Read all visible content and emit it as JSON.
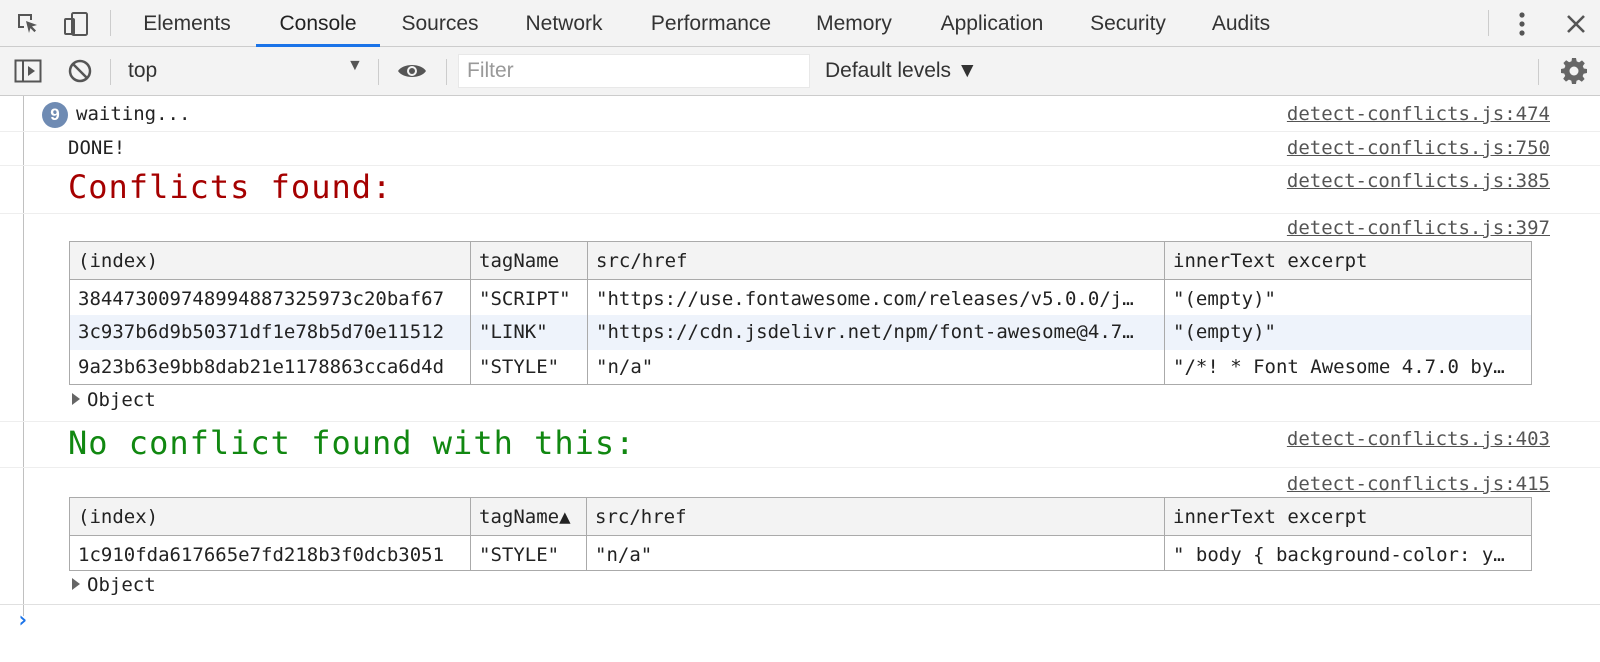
{
  "tabs": [
    "Elements",
    "Console",
    "Sources",
    "Network",
    "Performance",
    "Memory",
    "Application",
    "Security",
    "Audits"
  ],
  "active_tab": "Console",
  "toolbar": {
    "context": "top",
    "filter_placeholder": "Filter",
    "levels": "Default levels ▼"
  },
  "messages": {
    "waiting": {
      "count": "9",
      "text": "waiting...",
      "source": "detect-conflicts.js:474"
    },
    "done": {
      "text": "DONE!",
      "source": "detect-conflicts.js:750"
    },
    "conflicts": {
      "text": "Conflicts found:",
      "source": "detect-conflicts.js:385"
    },
    "table1_source": "detect-conflicts.js:397",
    "no_conflict": {
      "text": "No conflict found with this:",
      "source": "detect-conflicts.js:403"
    },
    "table2_source": "detect-conflicts.js:415",
    "object_label": "Object"
  },
  "table1": {
    "headers": [
      "(index)",
      "tagName",
      "src/href",
      "innerText excerpt"
    ],
    "rows": [
      [
        "38447300974899488732597 3c20baf67",
        "\"SCRIPT\"",
        "\"https://use.fontawesome.com/releases/v5.0.0/j…",
        "\"(empty)\""
      ],
      [
        "3c937b6d9b50371df1e78b5d70e11512",
        "\"LINK\"",
        "\"https://cdn.jsdelivr.net/npm/font-awesome@4.7…",
        "\"(empty)\""
      ],
      [
        "9a23b63e9bb8dab21e1178863cca6d4d",
        "\"STYLE\"",
        "\"n/a\"",
        "\"/*! * Font Awesome 4.7.0 by…"
      ]
    ]
  },
  "table2": {
    "headers": [
      "(index)",
      "tagName▲",
      "src/href",
      "innerText excerpt"
    ],
    "rows": [
      [
        "1c910fda617665e7fd218b3f0dcb3051",
        "\"STYLE\"",
        "\"n/a\"",
        "\" body { background-color: y…"
      ]
    ]
  },
  "colors": {
    "accent": "#1a73e8",
    "error_red": "#a50000",
    "string_red": "#c80000",
    "green": "#118811"
  }
}
